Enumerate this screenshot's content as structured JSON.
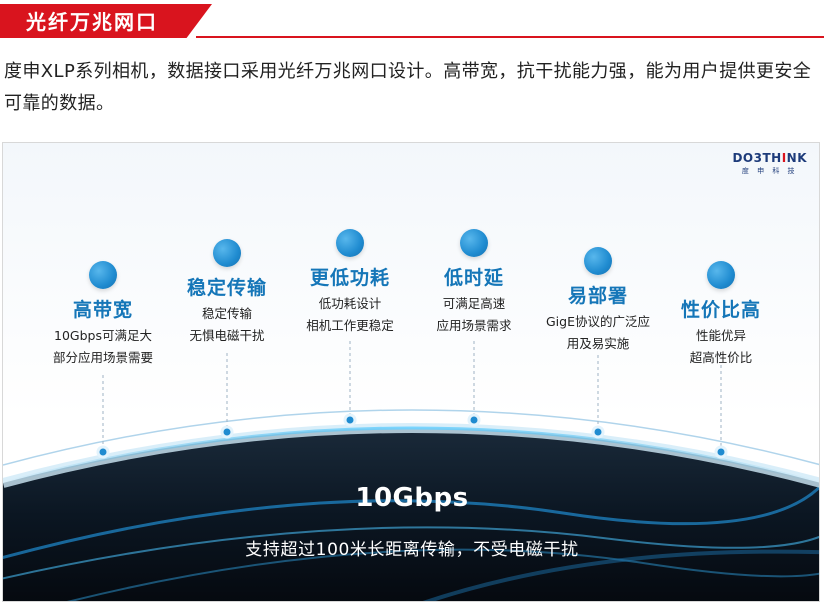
{
  "header": {
    "title": "光纤万兆网口"
  },
  "intro": {
    "text": "度申XLP系列相机，数据接口采用光纤万兆网口设计。高带宽，抗干扰能力强，能为用户提供更安全可靠的数据。"
  },
  "logo": {
    "brand_prefix": "DO3TH",
    "brand_accent": "I",
    "brand_suffix": "NK",
    "sub": "度 申 科 技"
  },
  "features": [
    {
      "title": "高带宽",
      "desc1": "10Gbps可满足大",
      "desc2": "部分应用场景需要"
    },
    {
      "title": "稳定传输",
      "desc1": "稳定传输",
      "desc2": "无惧电磁干扰"
    },
    {
      "title": "更低功耗",
      "desc1": "低功耗设计",
      "desc2": "相机工作更稳定"
    },
    {
      "title": "低时延",
      "desc1": "可满足高速",
      "desc2": "应用场景需求"
    },
    {
      "title": "易部署",
      "desc1": "GigE协议的广泛应",
      "desc2": "用及易实施"
    },
    {
      "title": "性价比高",
      "desc1": "性能优异",
      "desc2": "超高性价比"
    }
  ],
  "bottom": {
    "speed": "10Gbps",
    "caption": "支持超过100米长距离传输，不受电磁干扰"
  },
  "colors": {
    "accent_red": "#d9141e",
    "feature_blue": "#1576b8",
    "dark_bg": "#0a1420"
  }
}
